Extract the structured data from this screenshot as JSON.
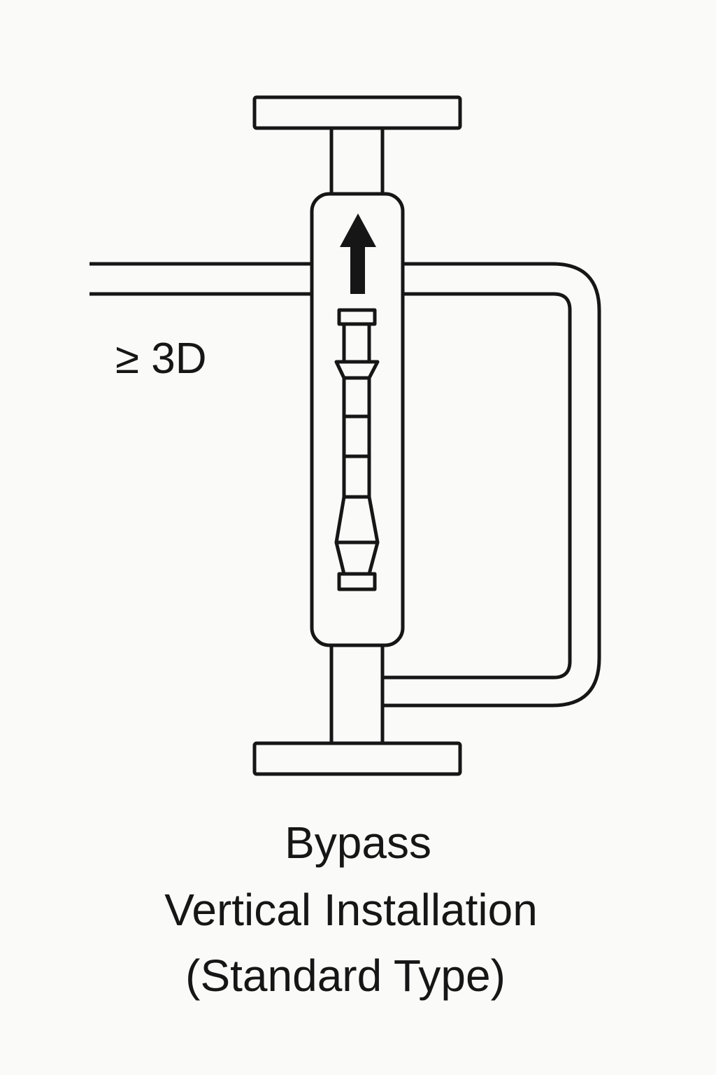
{
  "diagram": {
    "distance_label": "≥ 3D",
    "caption": {
      "line1": "Bypass",
      "line2": "Vertical Installation",
      "line3": "(Standard Type)"
    },
    "flow_direction": "up",
    "stroke_color": "#161616",
    "background_color": "#fafaf9"
  }
}
